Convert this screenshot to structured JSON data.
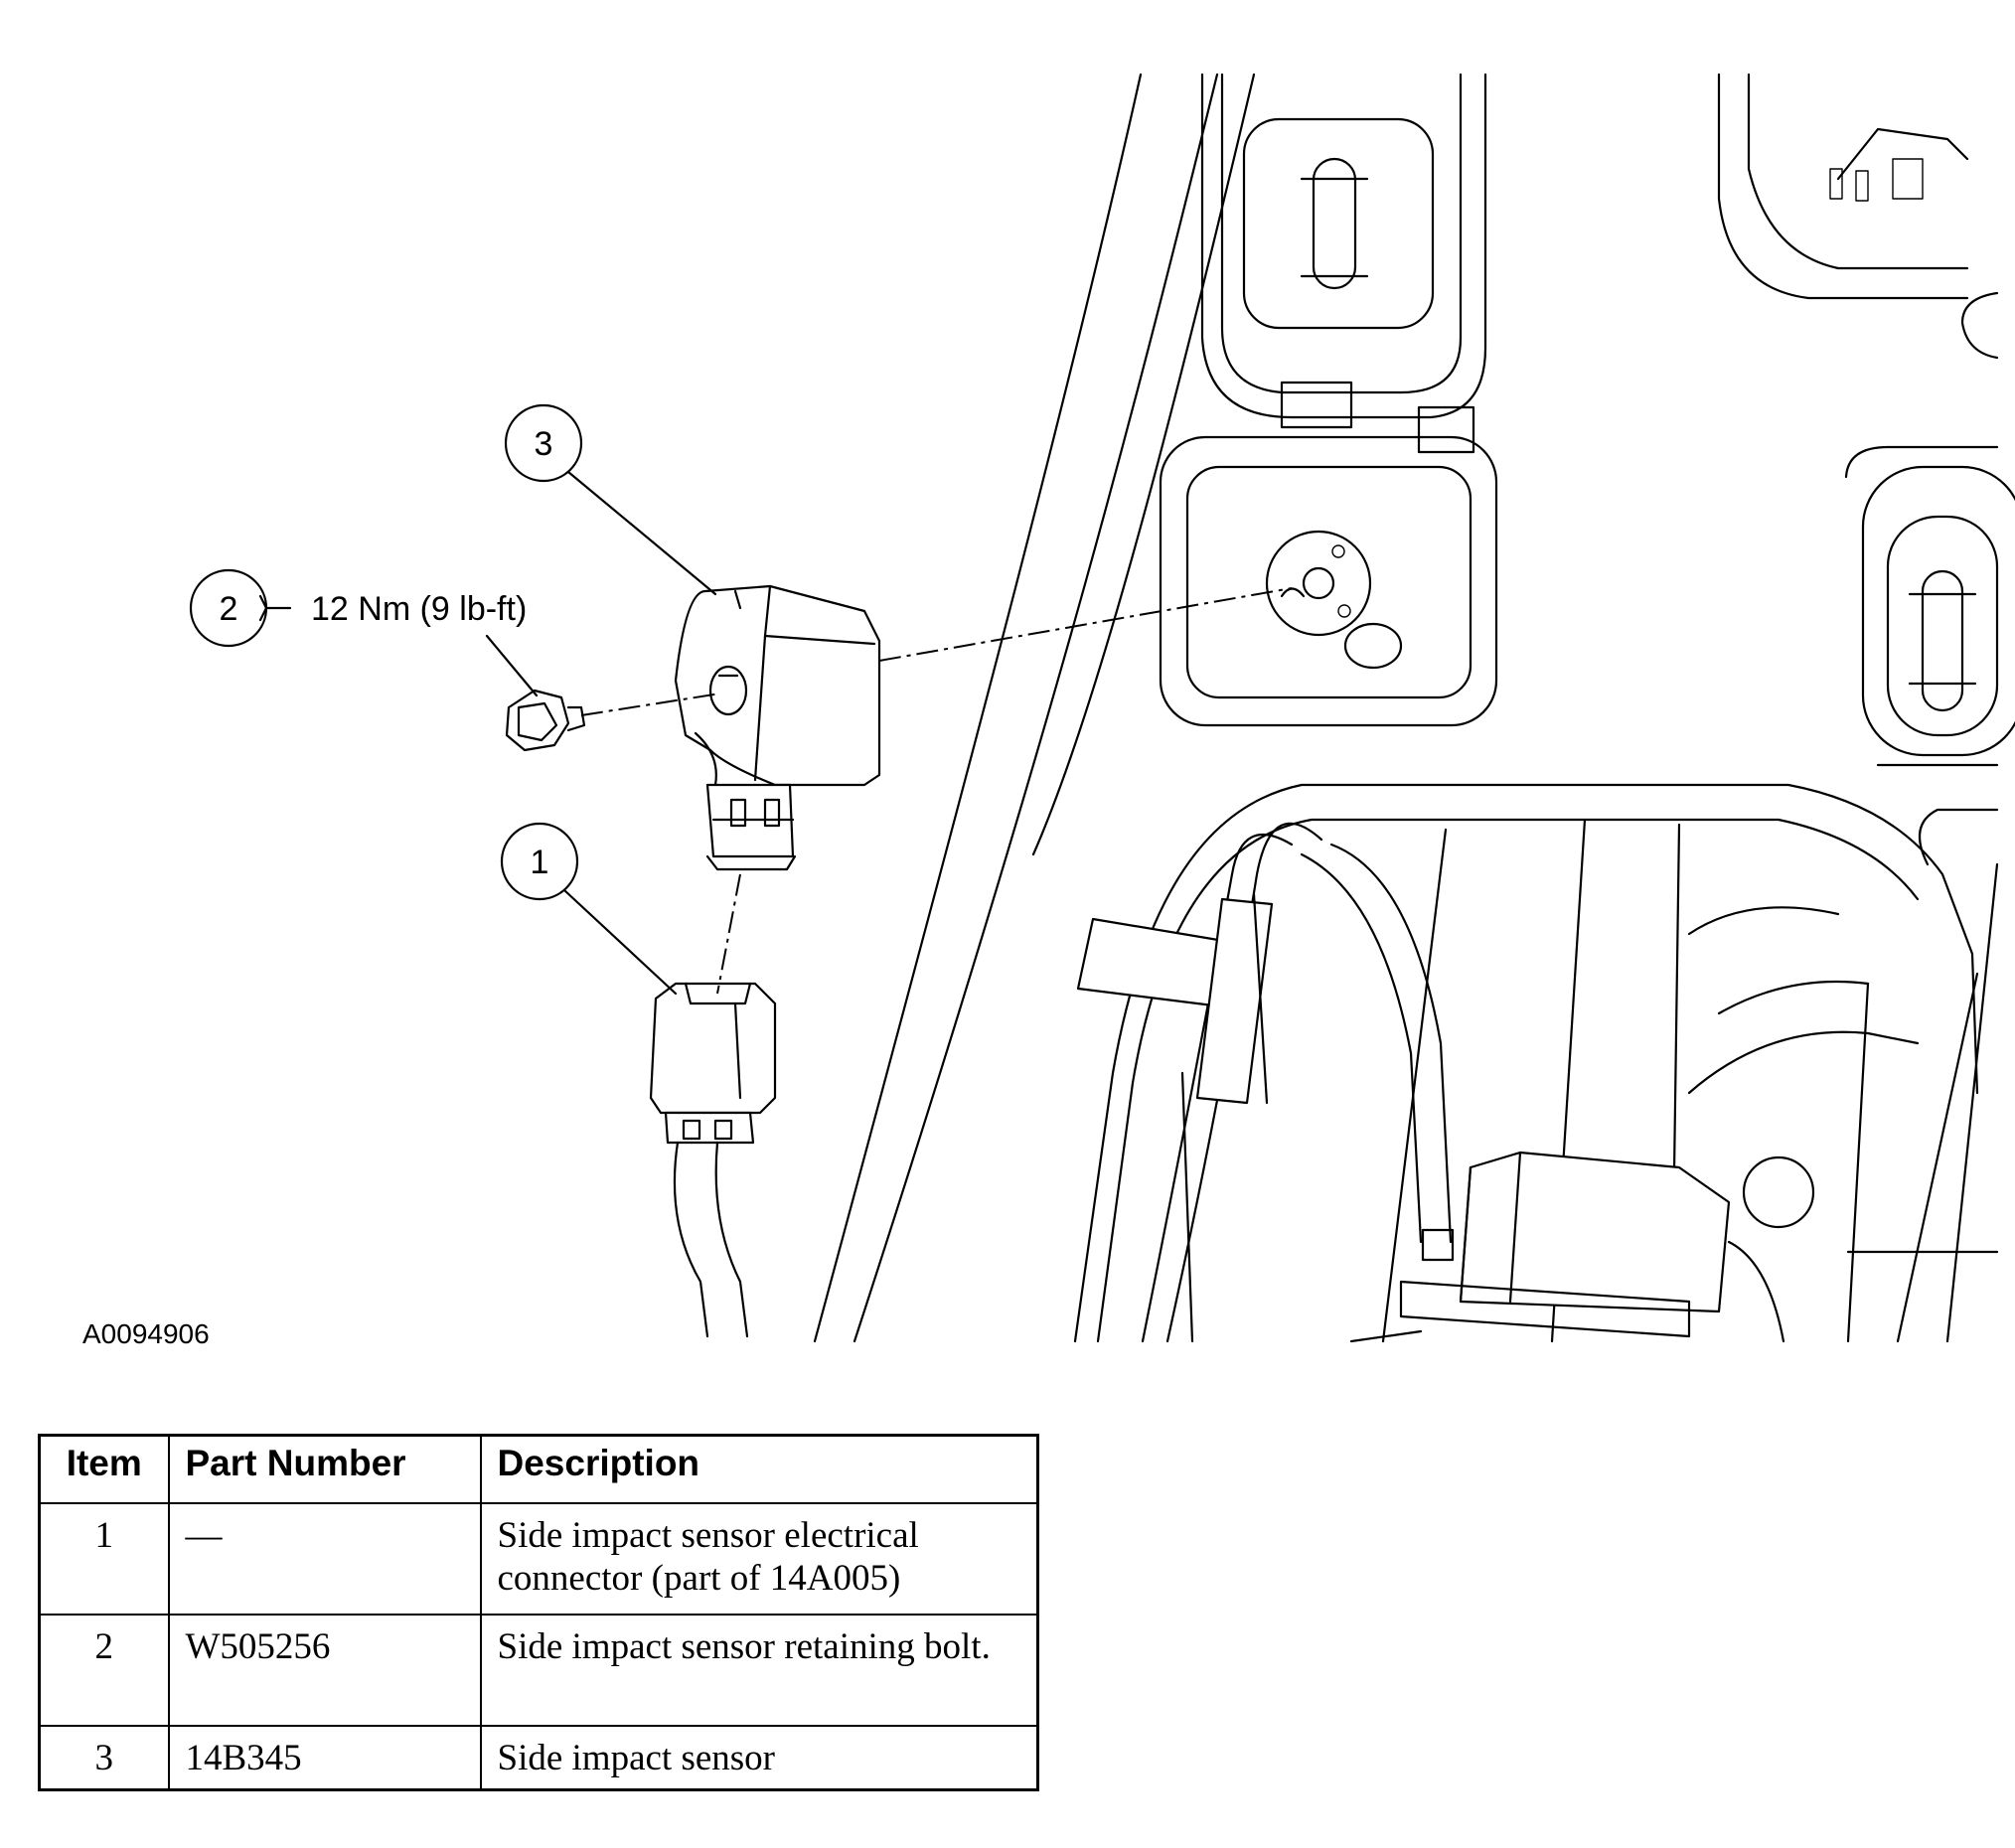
{
  "figure_id": "A0094906",
  "torque_label": "12 Nm (9 lb-ft)",
  "callouts": [
    {
      "number": "1"
    },
    {
      "number": "2"
    },
    {
      "number": "3"
    }
  ],
  "table": {
    "headers": {
      "item": "Item",
      "part_number": "Part Number",
      "description": "Description"
    },
    "rows": [
      {
        "item": "1",
        "part_number": "—",
        "description": "Side impact sensor electrical connector (part of 14A005)"
      },
      {
        "item": "2",
        "part_number": "W505256",
        "description": "Side impact sensor retaining bolt."
      },
      {
        "item": "3",
        "part_number": "14B345",
        "description": "Side impact sensor"
      }
    ]
  }
}
